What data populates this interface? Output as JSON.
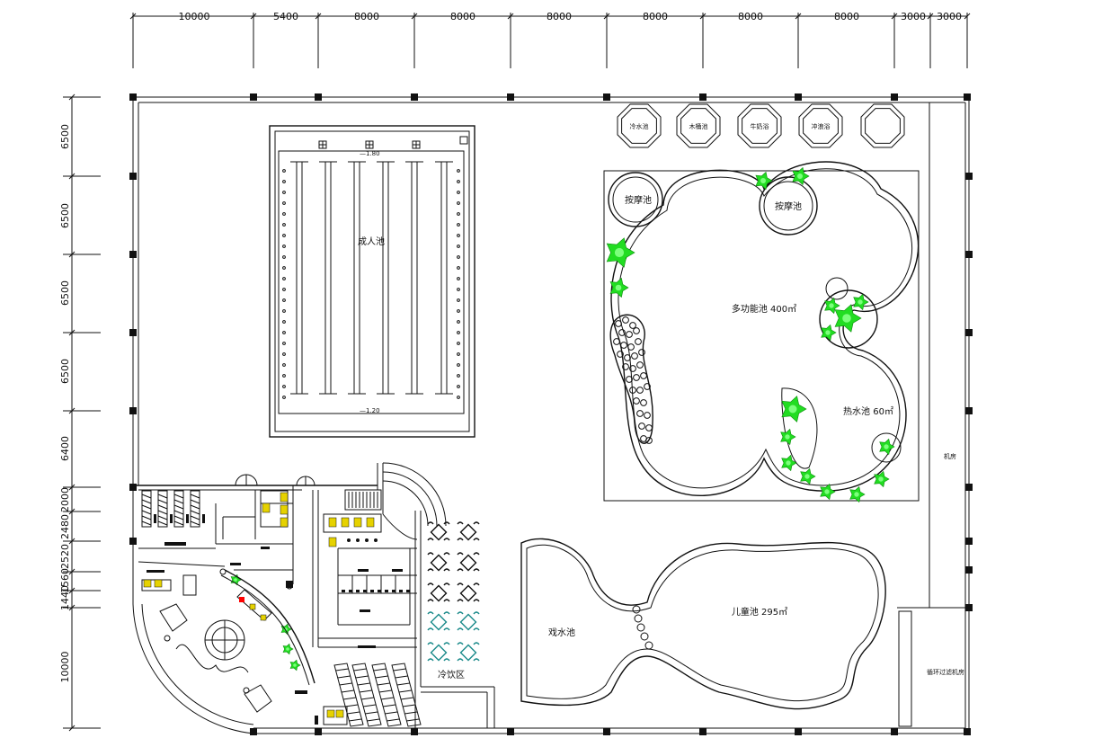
{
  "drawing": {
    "top_dimensions": [
      "10000",
      "5400",
      "8000",
      "8000",
      "8000",
      "8000",
      "8000",
      "8000",
      "3000",
      "3000"
    ],
    "left_dimensions": [
      "6500",
      "6500",
      "6500",
      "6500",
      "6400",
      "2000",
      "2480",
      "2520",
      "1560",
      "1440",
      "10000"
    ],
    "labels": {
      "adult_pool": "成人池",
      "lane_mark_top": "—1.80",
      "lane_mark_bottom": "—1.20",
      "octagon_pools": [
        "冷水池",
        "木桶池",
        "牛奶浴",
        "冲浪浴",
        ""
      ],
      "massage_pool_1": "按摩池",
      "massage_pool_2": "按摩池",
      "multi_pool": "多功能池  400㎡",
      "hot_pool": "热水池  60㎡",
      "kids_pool": "儿童池  295㎡",
      "play_pool": "戏水池",
      "cold_drink": "冷饮区",
      "machine_room": "机房",
      "filter_room": "循环过滤机房"
    }
  }
}
